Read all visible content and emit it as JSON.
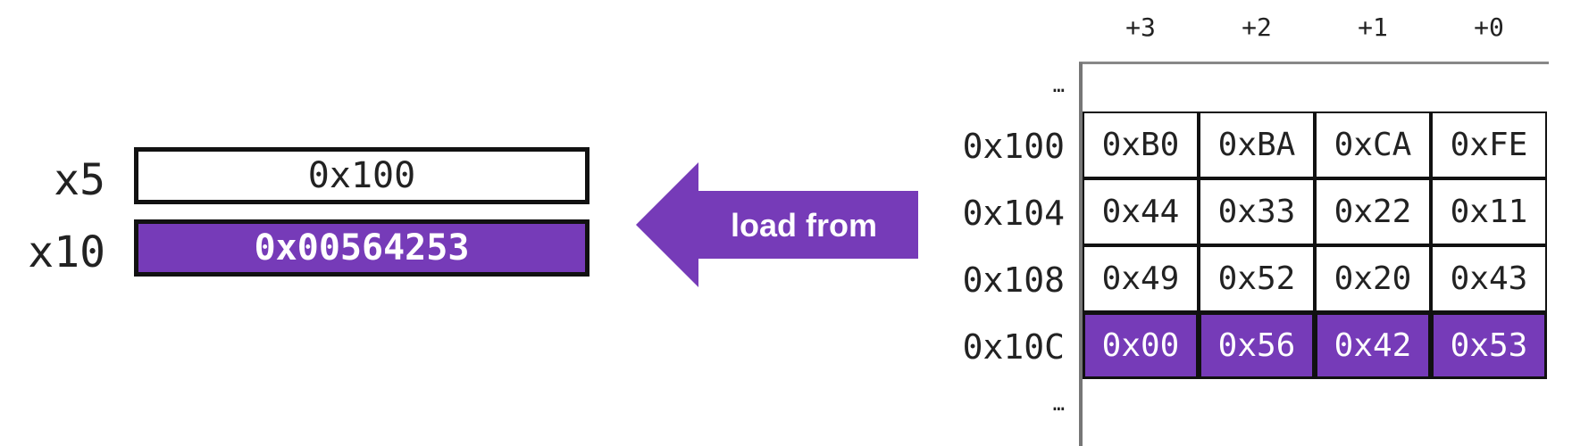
{
  "colors": {
    "accent": "#763BB8",
    "text": "#222222",
    "border": "#111111"
  },
  "registers": [
    {
      "name": "x5",
      "value": "0x100",
      "highlight": false
    },
    {
      "name": "x10",
      "value": "0x00564253",
      "highlight": true
    }
  ],
  "arrow": {
    "label": "load from"
  },
  "memory": {
    "offsets": [
      "+3",
      "+2",
      "+1",
      "+0"
    ],
    "ellipsis_top": "…",
    "ellipsis_bottom": "…",
    "rows": [
      {
        "address": "0x100",
        "bytes": [
          "0xB0",
          "0xBA",
          "0xCA",
          "0xFE"
        ],
        "highlight": false
      },
      {
        "address": "0x104",
        "bytes": [
          "0x44",
          "0x33",
          "0x22",
          "0x11"
        ],
        "highlight": false
      },
      {
        "address": "0x108",
        "bytes": [
          "0x49",
          "0x52",
          "0x20",
          "0x43"
        ],
        "highlight": false
      },
      {
        "address": "0x10C",
        "bytes": [
          "0x00",
          "0x56",
          "0x42",
          "0x53"
        ],
        "highlight": true
      }
    ]
  }
}
